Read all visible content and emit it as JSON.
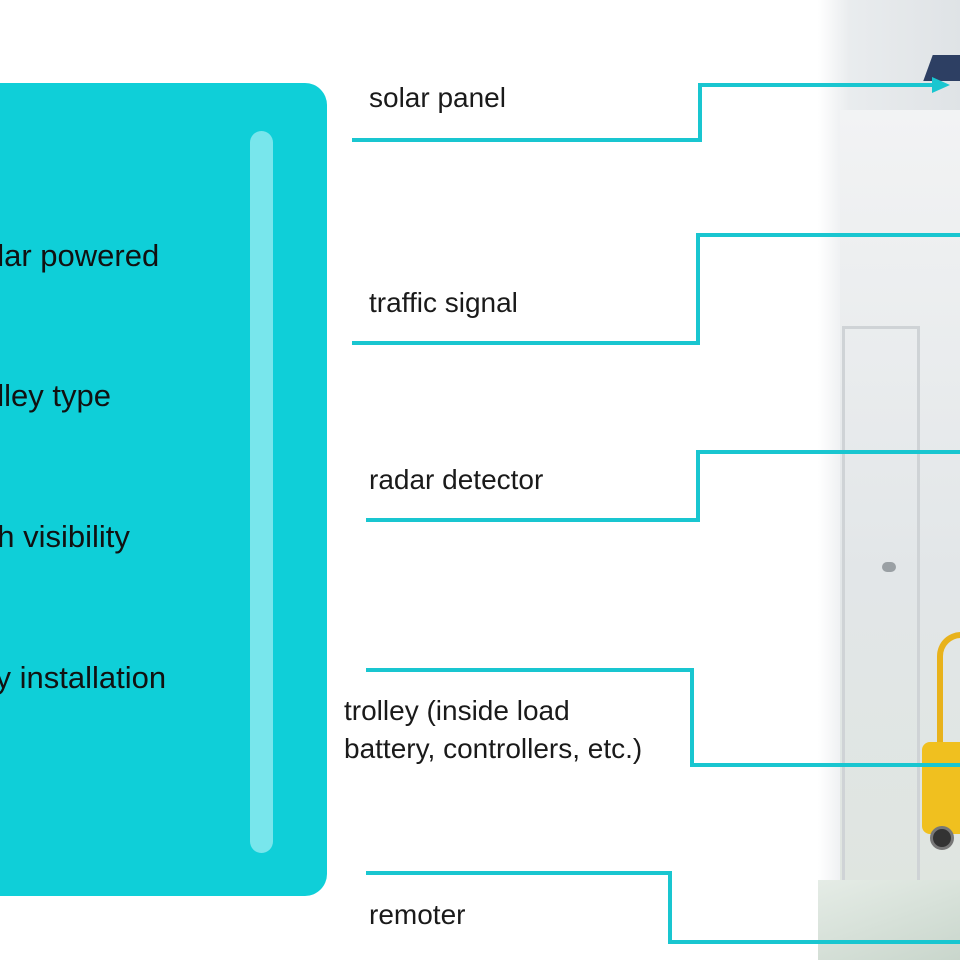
{
  "features": [
    "olar powered",
    "olley type",
    "gh visibility",
    "sy installation"
  ],
  "callouts": {
    "solar_panel": "solar panel",
    "traffic_signal": "traffic signal",
    "radar_detector": "radar detector",
    "trolley_line1": "trolley (inside load",
    "trolley_line2": "battery, controllers, etc.)",
    "remoter": "remoter"
  },
  "colors": {
    "panel": "#0fcfd8",
    "panel_scrollbar": "#78e6ec",
    "leader_line": "#19c6d0",
    "trolley": "#f0c01f"
  }
}
